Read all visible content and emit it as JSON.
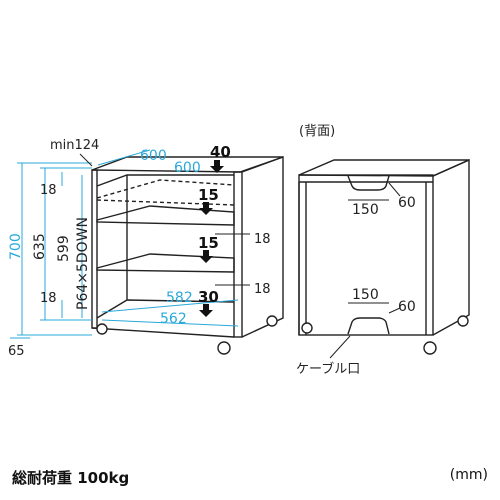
{
  "rear_label": "(背面)",
  "footer": {
    "load_label": "総耐荷重 100kg",
    "unit_label": "(mm)"
  },
  "dims": {
    "overall_height": "700",
    "inner_height": "635",
    "shelf_range": "599",
    "pitch": "P64×5DOWN",
    "min_opening": "min124",
    "top_thickness": "18",
    "bottom_thickness": "18",
    "caster_height": "65",
    "width_outer": "600",
    "depth_outer": "600",
    "inner_width_upper": "582",
    "inner_width_lower": "562",
    "shelf_side_thickness_1": "18",
    "shelf_side_thickness_2": "18"
  },
  "loads": {
    "top": "40",
    "shelf1": "15",
    "shelf2": "15",
    "bottom": "30"
  },
  "rear": {
    "top_cutout_width": "150",
    "top_cutout_height": "60",
    "bottom_cutout_width": "150",
    "bottom_cutout_height": "60",
    "cable_port_label": "ケーブル口"
  },
  "colors": {
    "line": "#222222",
    "dimension": "#29a9d8",
    "text": "#222222"
  }
}
